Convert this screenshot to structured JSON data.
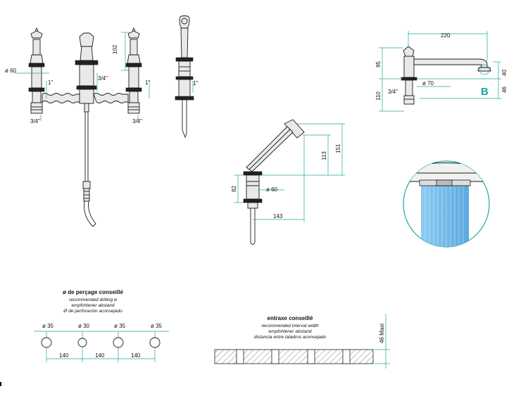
{
  "colors": {
    "dimension_line": "#1ba7a0",
    "outline": "#1a1a1a",
    "water": "#6fb8e8"
  },
  "front_view": {
    "handle_diameter": "ø 60",
    "dim_height": "102",
    "conn_left_1": "1\"",
    "conn_center": "3/4\"",
    "conn_right_1": "1\"",
    "conn_bottom_left": "3/4\"",
    "conn_bottom_right": "3/4\""
  },
  "side_view": {
    "conn": "1\""
  },
  "spout_view": {
    "dim_width": "220",
    "dim_95": "95",
    "dim_40": "40",
    "dim_46": "46",
    "dim_110": "110",
    "conn": "3/4\"",
    "diameter": "ø 70",
    "detail_letter": "B"
  },
  "handshower_view": {
    "dim_113": "113",
    "dim_151": "151",
    "dim_82": "82",
    "diameter": "ø 60",
    "dim_143": "143"
  },
  "drilling": {
    "title": "ø de perçage conseillé",
    "line1": "recommended drilling ø",
    "line2": "empfohlener abstand",
    "line3": "Ø de perforación aconsejado",
    "holes": [
      "ø 35",
      "ø 30",
      "ø 35",
      "ø 35"
    ],
    "spacings": [
      "140",
      "140",
      "140"
    ]
  },
  "interval": {
    "title": "entraxe conseillé",
    "line1": "recommended interval width",
    "line2": "empfohlener abstand",
    "line3": "distancia entre taladros aconsejado",
    "dim_max": "46 Maxi"
  }
}
